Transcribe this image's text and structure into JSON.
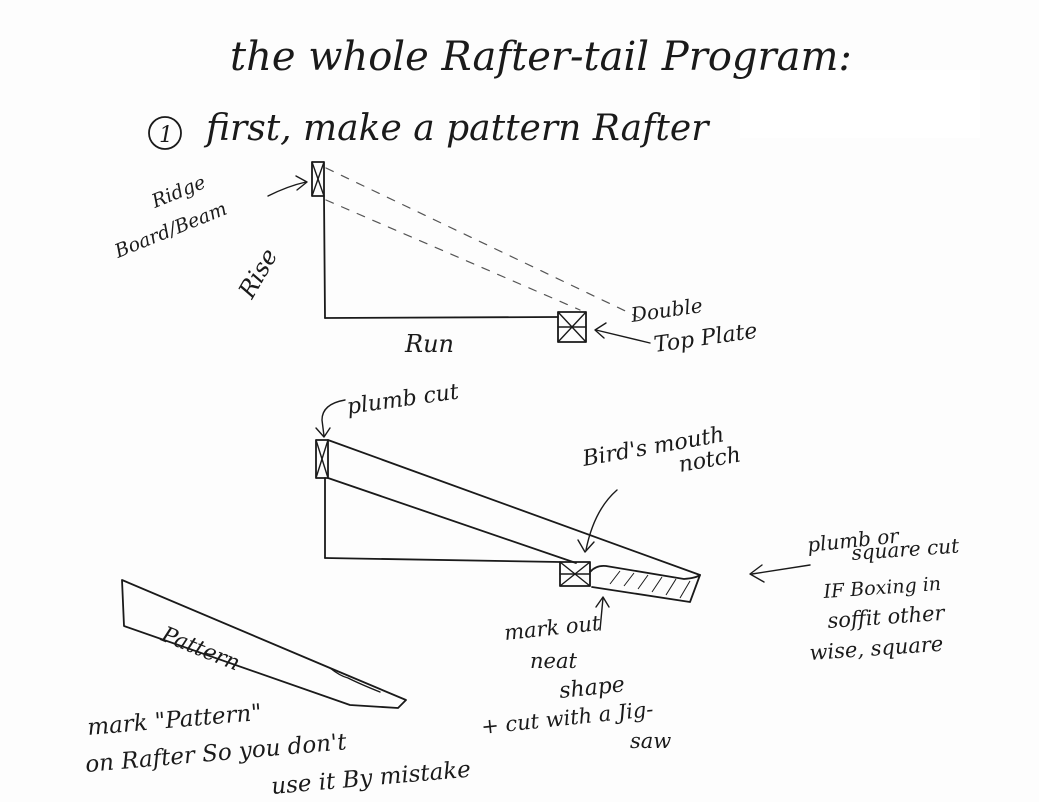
{
  "title": "the whole Rafter-tail Program:",
  "step": {
    "number": "1",
    "text": "first, make a pattern Rafter"
  },
  "labels": {
    "ridge_line1": "Ridge",
    "ridge_line2": "Board/Beam",
    "rise": "Rise",
    "run": "Run",
    "double_top_plate_line1": "Double",
    "double_top_plate_line2": "Top Plate",
    "plumb_cut": "plumb cut",
    "birds_mouth_line1": "Bird's mouth",
    "birds_mouth_line2": "notch",
    "tail_note_line1": "plumb or",
    "tail_note_line2": "square cut",
    "tail_note_line3": "IF Boxing in",
    "tail_note_line4": "soffit other",
    "tail_note_line5": "wise, square",
    "markout_line1": "mark out",
    "markout_line2": "neat",
    "markout_line3": "shape",
    "markout_line4": "+ cut with a Jig-",
    "markout_line5": "saw",
    "pattern": "Pattern",
    "mark_note_line1": "mark \"Pattern\"",
    "mark_note_line2": "on Rafter So you don't",
    "mark_note_line3": "use it By mistake"
  }
}
